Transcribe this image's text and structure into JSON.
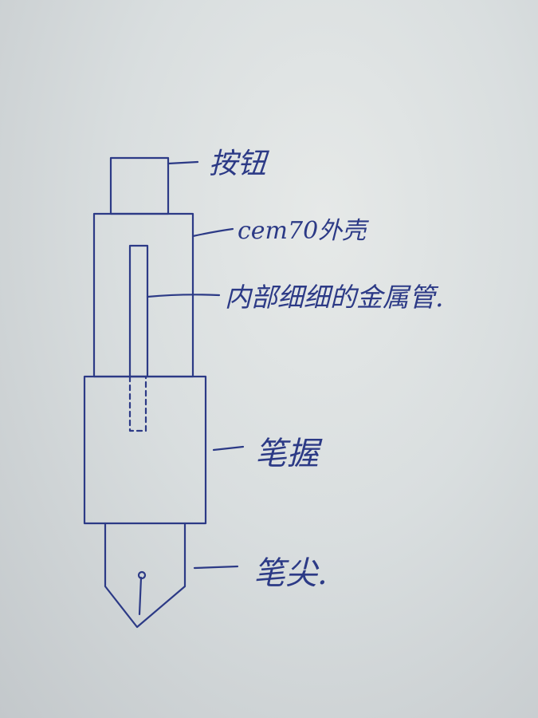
{
  "diagram": {
    "labels": {
      "button": "按钮",
      "shell": "cem70外壳",
      "inner_tube": "内部细细的金属管.",
      "grip": "笔握",
      "nib": "笔尖."
    },
    "ink_color": "#2c3a86"
  }
}
